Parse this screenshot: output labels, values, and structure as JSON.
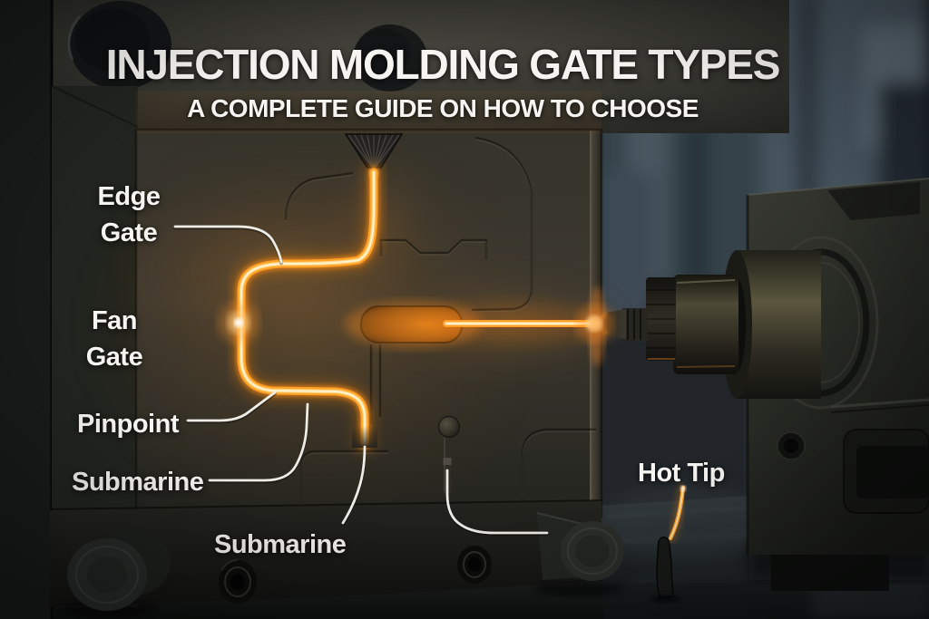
{
  "header": {
    "title": "INJECTION MOLDING GATE TYPES",
    "subtitle": "A COMPLETE GUIDE ON HOW TO CHOOSE"
  },
  "labels": {
    "edge_gate": "Edge\nGate",
    "fan_gate": "Fan\nGate",
    "pinpoint": "Pinpoint",
    "submarine_left": "Submarine",
    "submarine_bottom": "Submarine",
    "hot_tip": "Hot Tip"
  },
  "colors": {
    "melt_glow": "#ff8c12",
    "melt_body": "#ffa226",
    "melt_core": "#ffd27c",
    "melt_hot": "#fff3d4",
    "label_text": "#f5f4f0",
    "leader_line": "#edece6",
    "mold_steel": "#33322b",
    "background_steel_blue": "#404d56"
  }
}
